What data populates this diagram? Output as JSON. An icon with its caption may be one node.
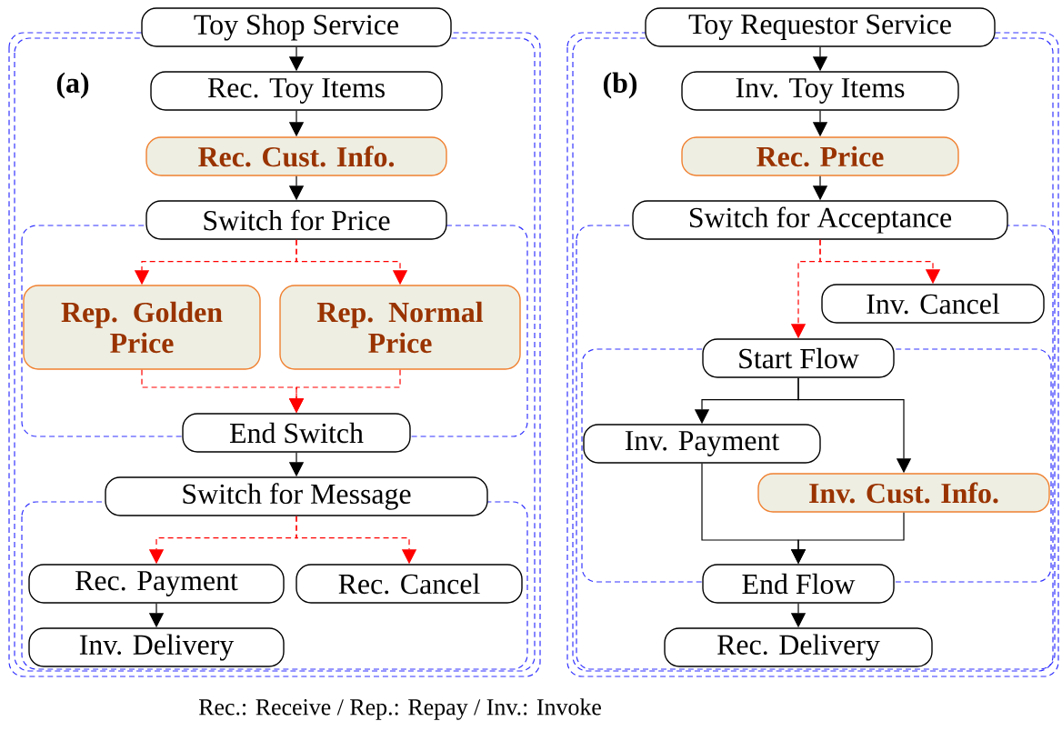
{
  "diagram": {
    "nodes": [
      {
        "text": [
          "Toy Shop Service"
        ]
      },
      {
        "text": [
          "Rec. Toy Items"
        ]
      },
      {
        "text": [
          "Rec. Cust. Info."
        ]
      },
      {
        "text": [
          "Switch for Price"
        ]
      },
      {
        "text": [
          "Rep. Golden Price"
        ]
      },
      {
        "text": [
          "Rep. Normal Price"
        ]
      },
      {
        "text": [
          "End Switch"
        ]
      },
      {
        "text": [
          "Switch for Message"
        ]
      },
      {
        "text": [
          "Rec. Payment"
        ]
      },
      {
        "text": [
          "Rec. Cancel"
        ]
      },
      {
        "text": [
          "Inv. Delivery"
        ]
      },
      {
        "text": [
          "Toy Requestor Service"
        ]
      },
      {
        "text": [
          "Inv. Toy Items"
        ]
      },
      {
        "text": [
          "Rec. Price"
        ]
      },
      {
        "text": [
          "Switch for Acceptance"
        ]
      },
      {
        "text": [
          "Inv. Cancel"
        ]
      },
      {
        "text": [
          "Start Flow"
        ]
      },
      {
        "text": [
          "Inv. Payment"
        ]
      },
      {
        "text": [
          "Inv. Cust. Info."
        ]
      },
      {
        "text": [
          "End Flow"
        ]
      },
      {
        "text": [
          "Rec. Delivery"
        ]
      }
    ],
    "edges": [
      {
        "from": 0,
        "to": 1,
        "arrow": "to"
      },
      {
        "from": 1,
        "to": 2,
        "arrow": "to"
      },
      {
        "from": 2,
        "to": 3,
        "arrow": "to"
      },
      {
        "from": 3,
        "to": 4,
        "arrow": "to",
        "style": "dashed",
        "color": "#ff0000"
      },
      {
        "from": 3,
        "to": 5,
        "arrow": "to",
        "style": "dashed",
        "color": "#ff0000"
      },
      {
        "from": 4,
        "to": 6,
        "arrow": "to",
        "style": "dashed",
        "color": "#ff0000"
      },
      {
        "from": 5,
        "to": 6,
        "arrow": "to",
        "style": "dashed",
        "color": "#ff0000"
      },
      {
        "from": 6,
        "to": 7,
        "arrow": "to"
      },
      {
        "from": 7,
        "to": 8,
        "arrow": "to",
        "style": "dashed",
        "color": "#ff0000"
      },
      {
        "from": 7,
        "to": 9,
        "arrow": "to",
        "style": "dashed",
        "color": "#ff0000"
      },
      {
        "from": 8,
        "to": 10,
        "arrow": "to"
      },
      {
        "from": 11,
        "to": 12,
        "arrow": "to"
      },
      {
        "from": 12,
        "to": 13,
        "arrow": "to"
      },
      {
        "from": 13,
        "to": 14,
        "arrow": "to"
      },
      {
        "from": 14,
        "to": 15,
        "arrow": "to",
        "style": "dashed",
        "color": "#ff0000"
      },
      {
        "from": 14,
        "to": 16,
        "arrow": "to",
        "style": "dashed",
        "color": "#ff0000"
      },
      {
        "from": 16,
        "to": 17,
        "arrow": "to"
      },
      {
        "from": 16,
        "to": 18,
        "arrow": "to"
      },
      {
        "from": 17,
        "to": 19,
        "arrow": "to"
      },
      {
        "from": 18,
        "to": 19,
        "arrow": "to"
      },
      {
        "from": 19,
        "to": 20,
        "arrow": "to"
      }
    ],
    "labels": [
      "(a)",
      "(b)",
      "Rec.: Receive / Rep.: Repay / Inv.: Invoke"
    ]
  }
}
